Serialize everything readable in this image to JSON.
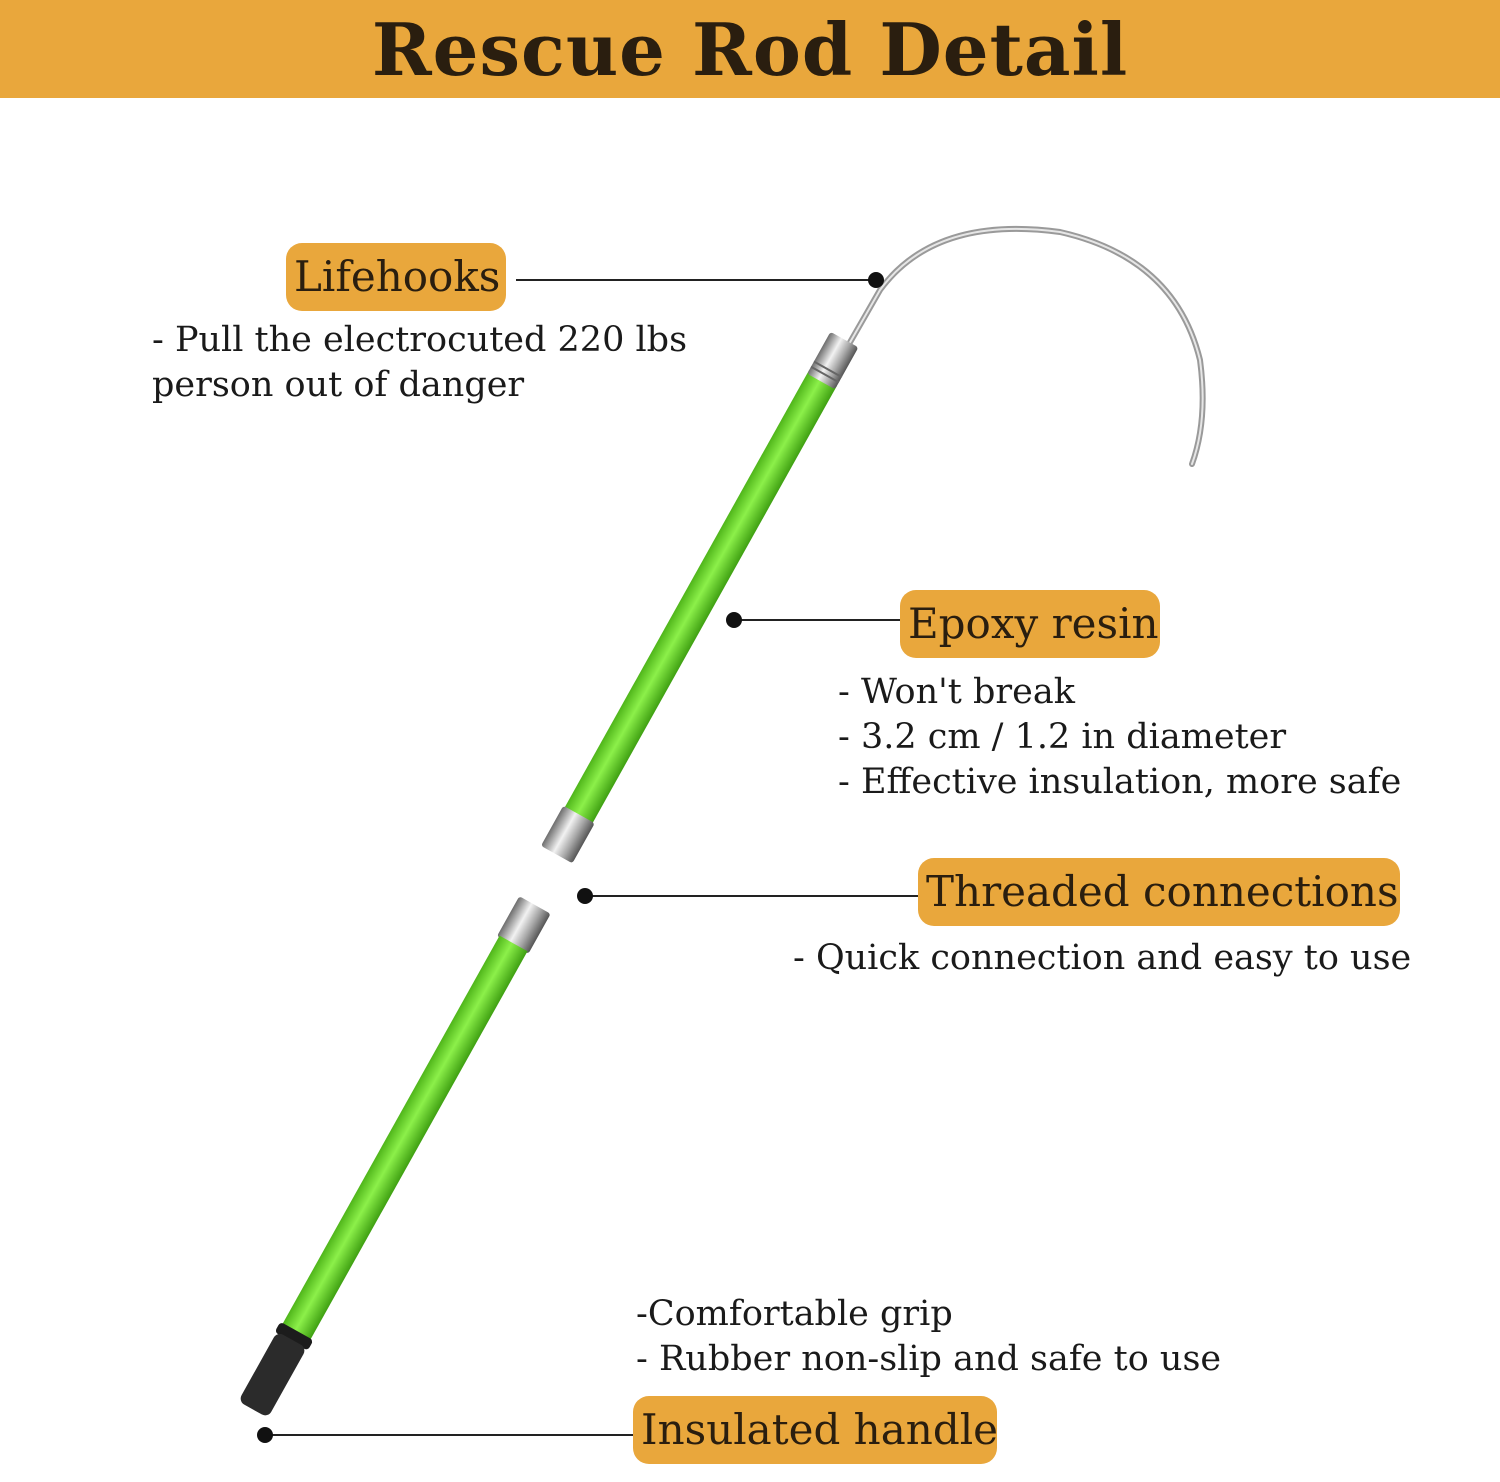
{
  "header": {
    "title": "Rescue Rod Detail"
  },
  "colors": {
    "accent": "#e9a73c",
    "rod_green": "#6fd62a",
    "text": "#2a1e0f"
  },
  "callouts": {
    "lifehooks": {
      "label": "Lifehooks",
      "lines": [
        "- Pull the electrocuted 220 lbs",
        "person out of danger"
      ]
    },
    "epoxy": {
      "label": "Epoxy resin",
      "lines": [
        "- Won't break",
        "- 3.2 cm / 1.2 in diameter",
        "- Effective insulation, more safe"
      ]
    },
    "threaded": {
      "label": "Threaded connections",
      "lines": [
        "- Quick connection and easy to use"
      ]
    },
    "handle": {
      "label": "Insulated handle",
      "lines": [
        "-Comfortable grip",
        "- Rubber non-slip and safe to use"
      ]
    }
  }
}
